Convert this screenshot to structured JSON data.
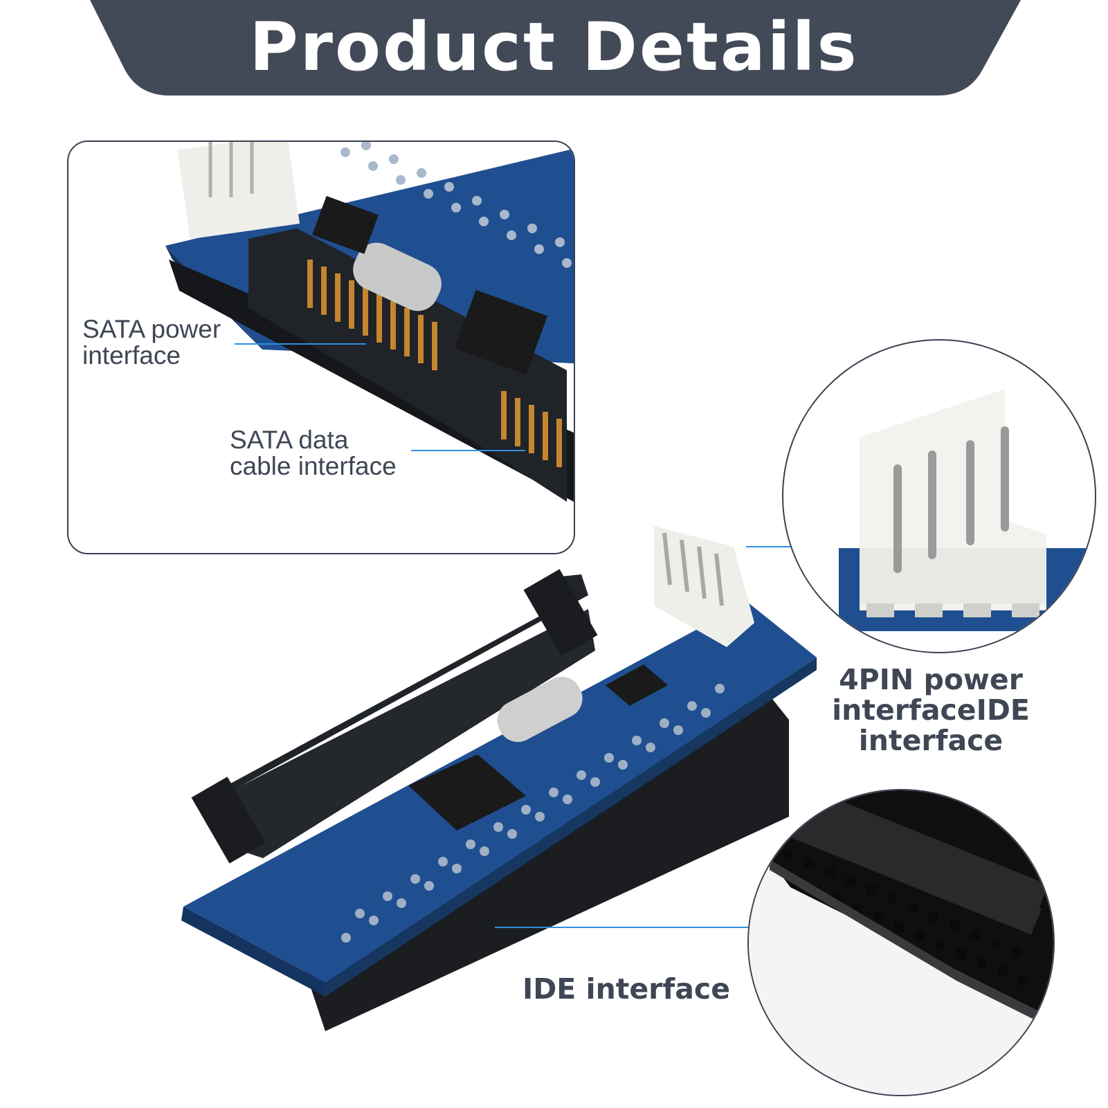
{
  "header": {
    "title": "Product Details"
  },
  "inset": {
    "sata_power_label": "SATA power\ninterface",
    "sata_data_label": "SATA data\ncable interface"
  },
  "callouts": {
    "power_4pin_label": "4PIN power\ninterfaceIDE\ninterface",
    "ide_label": "IDE interface"
  },
  "colors": {
    "banner": "#424957",
    "pcb": "#1e4f8f",
    "connector": "#1c1f24",
    "leader_line": "#2f8fe3"
  }
}
